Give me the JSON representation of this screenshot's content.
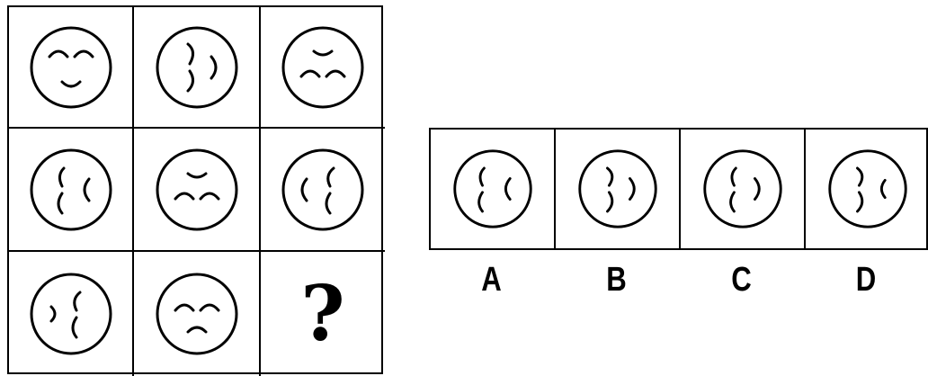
{
  "puzzle": {
    "question_mark": "?",
    "grid": [
      {
        "icon": "face-smile-arcs-icon"
      },
      {
        "icon": "face-right-curves-icon"
      },
      {
        "icon": "face-frown-arcs-icon"
      },
      {
        "icon": "face-left-curves-icon"
      },
      {
        "icon": "face-frown-arcs-icon"
      },
      {
        "icon": "face-left-curves-icon"
      },
      {
        "icon": "face-mixed-curves-icon"
      },
      {
        "icon": "face-sad-arcs-icon"
      },
      {
        "icon": "question-mark"
      }
    ]
  },
  "options": [
    {
      "label": "A",
      "icon": "face-option-a-icon"
    },
    {
      "label": "B",
      "icon": "face-option-b-icon"
    },
    {
      "label": "C",
      "icon": "face-option-c-icon"
    },
    {
      "label": "D",
      "icon": "face-option-d-icon"
    }
  ]
}
